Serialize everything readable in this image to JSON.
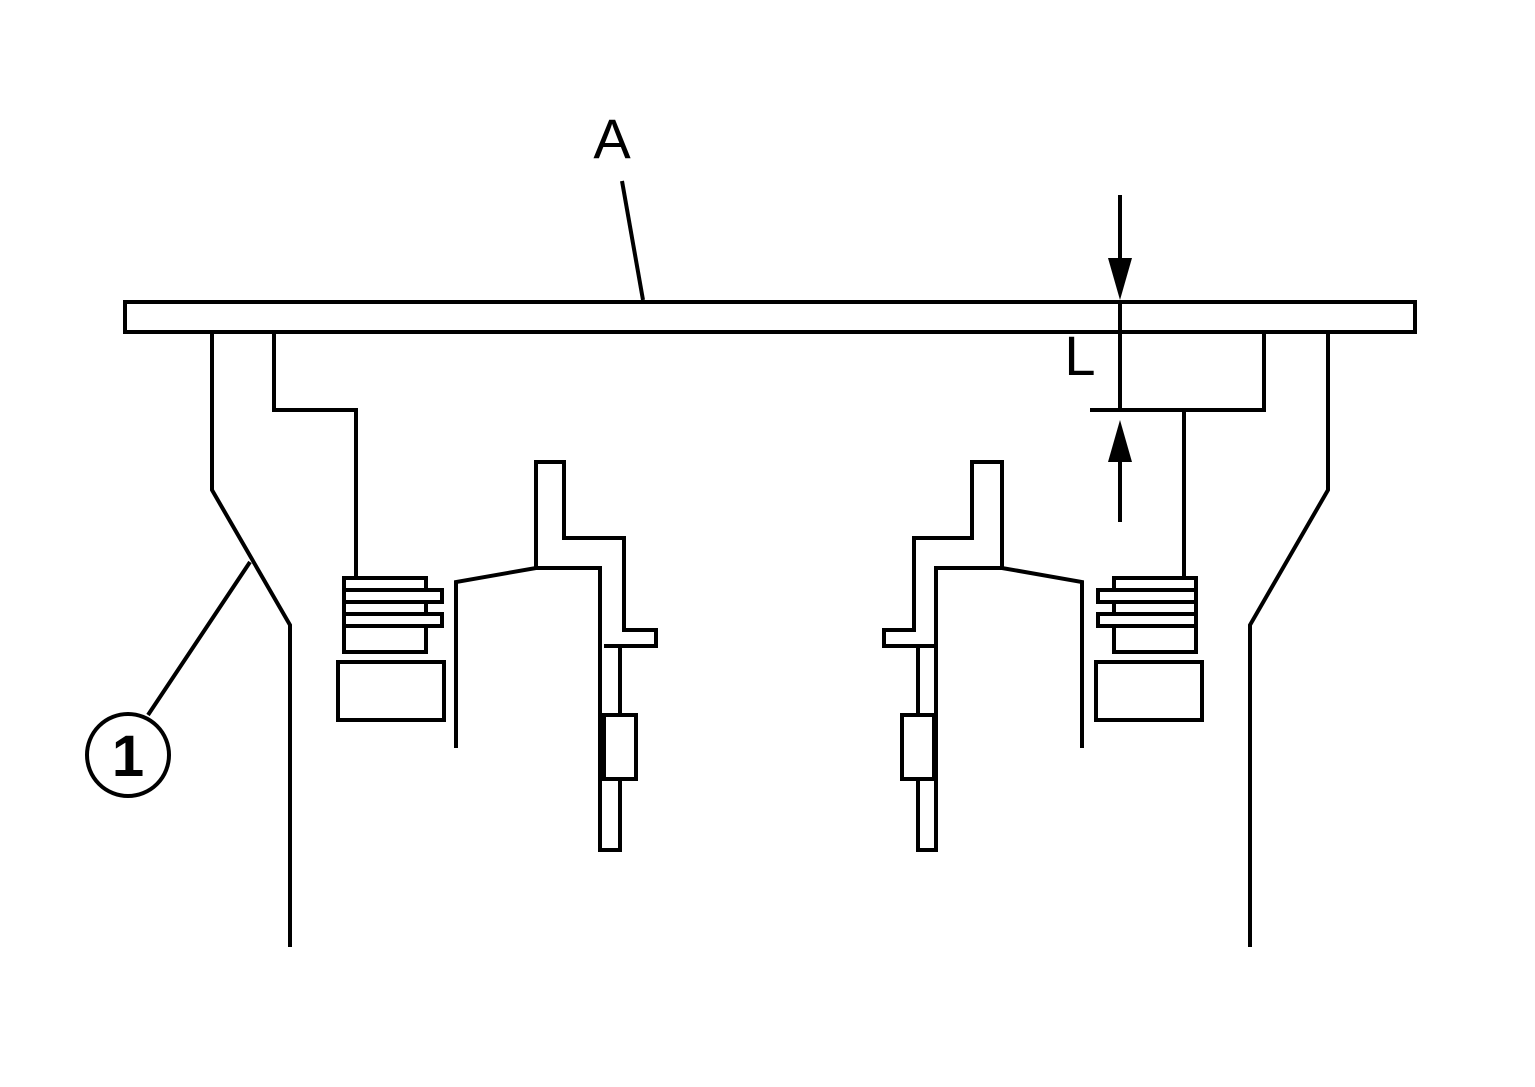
{
  "labels": {
    "part_a": "A",
    "dimension": "L",
    "callout_number": "1"
  },
  "colors": {
    "line": "#000000",
    "background": "#ffffff"
  }
}
